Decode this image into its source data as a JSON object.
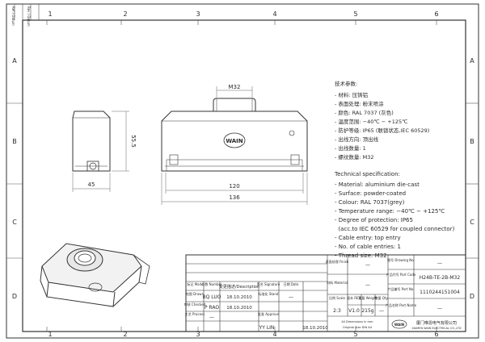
{
  "frame": {
    "columns": [
      "1",
      "2",
      "3",
      "4",
      "5",
      "6"
    ],
    "rows": [
      "A",
      "B",
      "C",
      "D"
    ],
    "corner_label_1": "Ref / Datum",
    "corner_label_2": "Rev / Datum"
  },
  "drawing": {
    "dim_top": "M32",
    "dim_height": "55.5",
    "dim_side_width": "45",
    "dim_inner_width": "120",
    "dim_outer_width": "136",
    "logo": "WAIN"
  },
  "spec_cn": {
    "title": "技术参数:",
    "lines": [
      "- 材料: 压铸铝",
      "- 表面处理: 粉末喷涂",
      "- 颜色: RAL 7037 (灰色)",
      "- 温度范围: −40℃ − +125℃",
      "- 防护等级: IP65 (联锁状态,IEC 60529)",
      "- 出线方向: 顶出线",
      "- 出线数量: 1",
      "- 螺纹数量: M32"
    ]
  },
  "spec_en": {
    "title": "Technical specification:",
    "lines": [
      "- Material: aluminium die-cast",
      "- Surface: powder-coated",
      "- Colour: RAL 7037(grey)",
      "- Temperature range: −40℃ − +125℃",
      "- Degree of protection: IP65",
      "  (acc.to IEC 60529 for coupled connector)",
      "- Cable entry: top entry",
      "- No. of cable entries: 1",
      "- Thread size: M32"
    ]
  },
  "title_block": {
    "h_mark": "标记\nMark",
    "h_number": "处数\nNumber",
    "h_description": "变更描述/Description",
    "h_signature": "签名\nSignature",
    "h_date": "日期\nDate",
    "drawn_label": "绘图\nDrawn",
    "drawn_name": "BQ LUO",
    "drawn_date": "18.10.2010",
    "checked_label": "审核\nChecked",
    "checked_name": "P RAO",
    "checked_date": "18.10.2010",
    "process_label": "工艺\nProcess",
    "process_value": "—",
    "stand_label": "标准化\nStand",
    "stand_value": "—",
    "approve_label": "批准\nApprove",
    "approve_name": "YY LIN",
    "approve_date": "18.10.2010",
    "finish_label": "表面处理\nFinish",
    "finish_value": "—",
    "material_label": "材料\nMaterial",
    "material_value": "—",
    "scale_label": "比例\nScale",
    "scale_value": "2:3",
    "rev_label": "版本\nREV.",
    "rev_value": "V1.0",
    "weight_label": "重量\nWeight",
    "weight_value": "215g",
    "qty_label": "数量\nQty.",
    "qty_value": "—",
    "note_line1": "All Dimensions in mm",
    "note_line2": "Original Size DIN A4",
    "drawing_no_label": "图号\nDrawing No.",
    "drawing_no_value": "—",
    "part_code_label": "产品代号\nPart Code",
    "part_code_value": "H24B-TE-2B-M32",
    "part_no_label": "产品编号\nPort No.",
    "part_no_value": "1110244151004",
    "part_name_label": "产品名称\nPart Name",
    "part_name_value": "—",
    "company_cn": "厦门唯恩电气有限公司",
    "company_en": "XIAMEN WAIN ELECTRICAL CO.,LTD"
  }
}
